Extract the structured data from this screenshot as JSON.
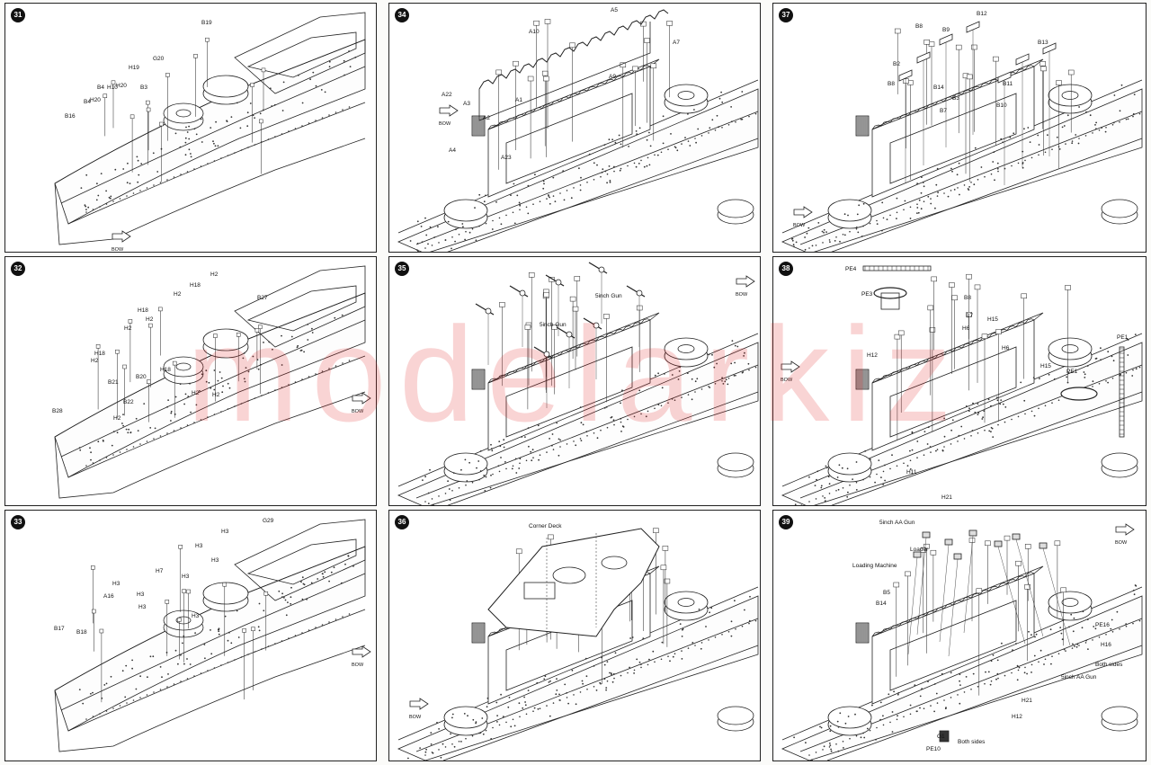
{
  "watermark": "modelarkiz",
  "bow_label": "BOW",
  "panels": [
    {
      "step": "31",
      "labels": [
        "B19",
        "G20",
        "H19",
        "H20",
        "H10",
        "B4",
        "H20",
        "B16",
        "B3",
        "B4"
      ]
    },
    {
      "step": "32",
      "labels": [
        "H2",
        "H18",
        "H2",
        "H18",
        "H2",
        "H2",
        "B27",
        "H18",
        "H2",
        "B20",
        "B21",
        "H18",
        "H2",
        "B22",
        "B28",
        "H2",
        "H2"
      ]
    },
    {
      "step": "33",
      "labels": [
        "H3",
        "G29",
        "H3",
        "H7",
        "H3",
        "H3",
        "H3",
        "H3",
        "A16",
        "H3",
        "B17",
        "B18",
        "H3"
      ]
    },
    {
      "step": "34",
      "labels": [
        "A5",
        "A10",
        "A7",
        "A22",
        "A3",
        "A1",
        "A9",
        "A2",
        "A4",
        "A23"
      ]
    },
    {
      "step": "35",
      "labels": [
        "5inch Gun",
        "5inch Gun"
      ]
    },
    {
      "step": "36",
      "labels": [
        "Corner Deck"
      ]
    },
    {
      "step": "37",
      "labels": [
        "B12",
        "B8",
        "B9",
        "B2",
        "B13",
        "B8",
        "B11",
        "B14",
        "B3",
        "B7",
        "B10"
      ]
    },
    {
      "step": "38",
      "labels": [
        "PE4",
        "PE3",
        "B8",
        "B7",
        "H15",
        "H6",
        "H6",
        "PE1",
        "PE1",
        "H15",
        "H11",
        "H21",
        "H12"
      ]
    },
    {
      "step": "39",
      "labels": [
        "5inch AA Gun",
        "Loader",
        "Loading Machine",
        "B5",
        "B14",
        "PE16",
        "H16",
        "Both sides",
        "5inch AA Gun",
        "H21",
        "H12",
        "G1",
        "PE10",
        "Both sides"
      ]
    }
  ]
}
